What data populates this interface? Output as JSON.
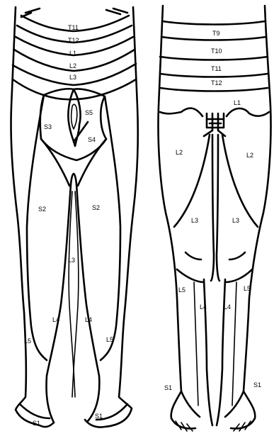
{
  "views": {
    "back": {
      "labels": {
        "t11": "T11",
        "t12": "T12",
        "l1": "L1",
        "l2": "L2",
        "l3_top": "L3",
        "s5": "S5",
        "s3": "S3",
        "s4": "S4",
        "s2_left": "S2",
        "s2_right": "S2",
        "l3_mid": "L3",
        "l4_left": "L4",
        "l4_right": "L4",
        "l5_left": "L5",
        "l5_right": "L5",
        "s1_left": "S1",
        "s1_right": "S1"
      }
    },
    "front": {
      "labels": {
        "t9": "T9",
        "t10": "T10",
        "t11": "T11",
        "t12": "T12",
        "l1": "L1",
        "l2_left": "L2",
        "l2_right": "L2",
        "l3_left": "L3",
        "l3_right": "L3",
        "l5_left": "L5",
        "l5_right": "L5",
        "l4_left": "L4",
        "l4_right": "L4",
        "s1_left": "S1",
        "s1_right": "S1"
      }
    }
  },
  "colors": {
    "line": "#000000",
    "background": "#ffffff"
  }
}
